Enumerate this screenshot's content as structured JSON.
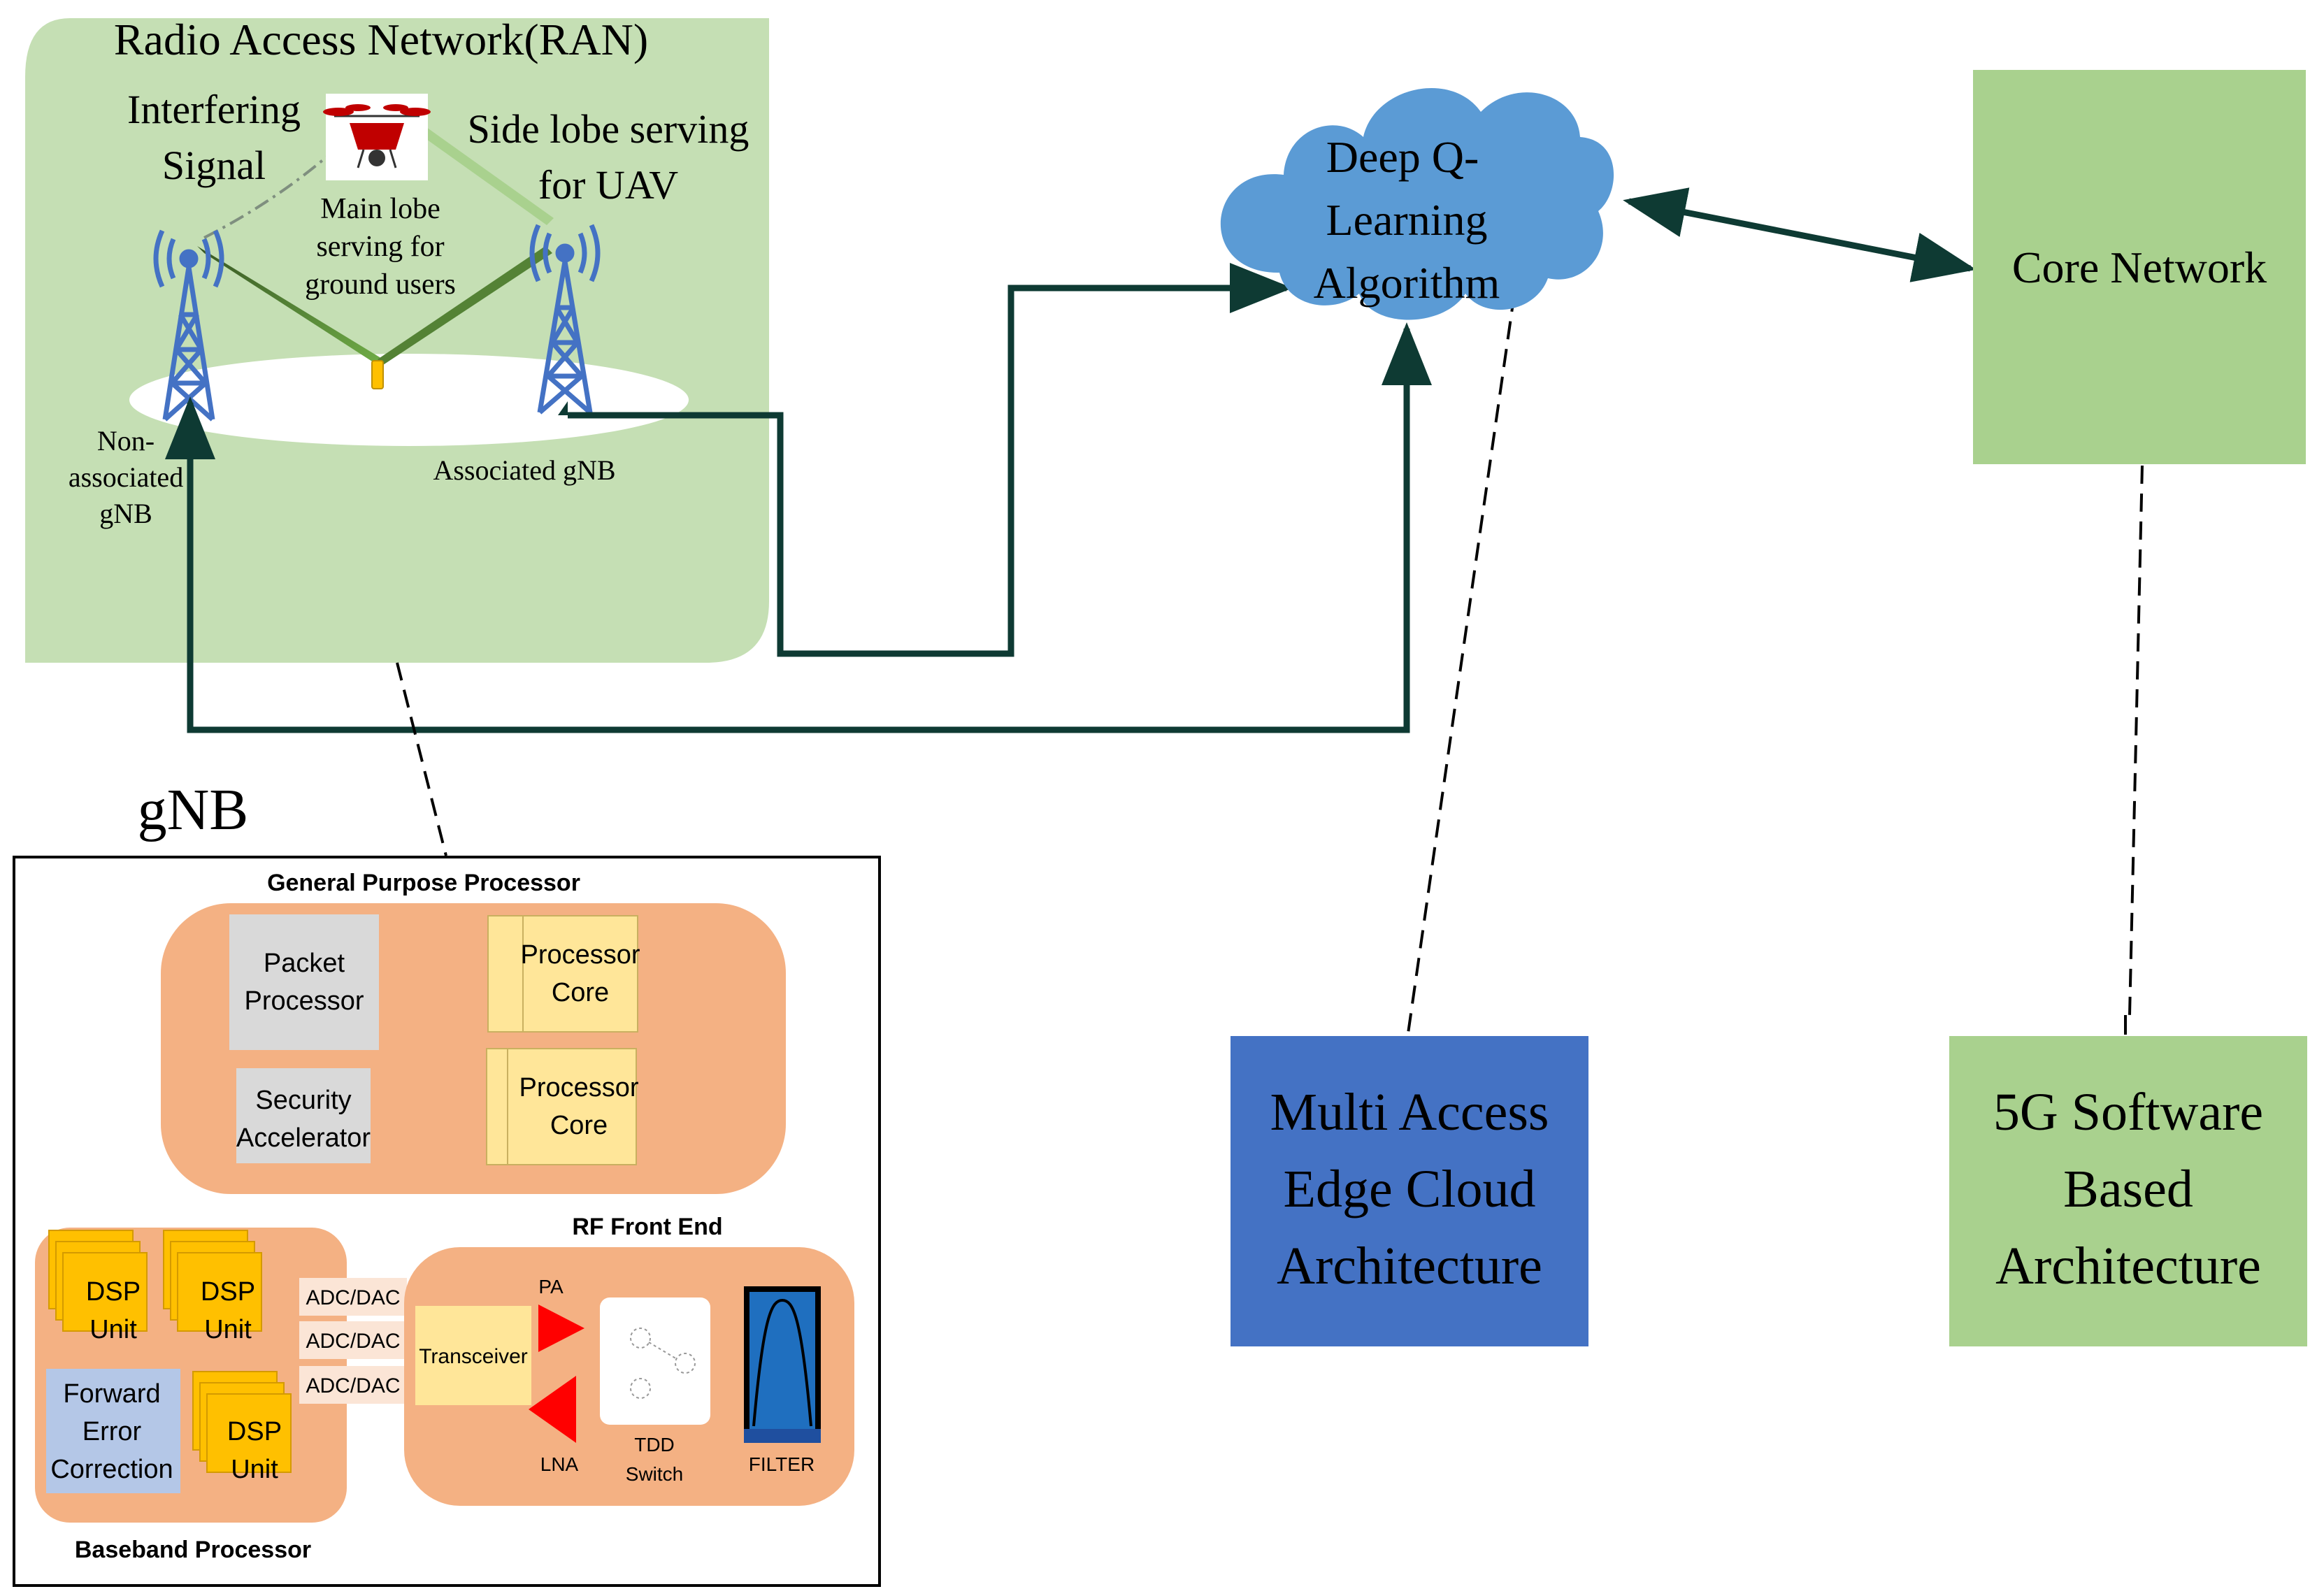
{
  "ran": {
    "title": "Radio Access Network(RAN)",
    "interfering_1": "Interfering",
    "interfering_2": "Signal",
    "main_lobe_1": "Main lobe",
    "main_lobe_2": "serving for",
    "main_lobe_3": "ground users",
    "side_lobe_1": "Side lobe serving",
    "side_lobe_2": "for UAV",
    "non_assoc_1": "Non-",
    "non_assoc_2": "associated",
    "non_assoc_3": "gNB",
    "assoc": "Associated gNB"
  },
  "dql": {
    "line1": "Deep Q-",
    "line2": "Learning",
    "line3": "Algorithm"
  },
  "core": {
    "label": "Core Network"
  },
  "mec": {
    "line1": "Multi Access",
    "line2": "Edge Cloud",
    "line3": "Architecture"
  },
  "sg": {
    "line1": "5G Software",
    "line2": "Based",
    "line3": "Architecture"
  },
  "gnb": {
    "title": "gNB",
    "gpp": {
      "title": "General Purpose Processor",
      "packet_1": "Packet",
      "packet_2": "Processor",
      "security_1": "Security",
      "security_2": "Accelerator",
      "core1_1": "Processor",
      "core1_2": "Core",
      "core2_1": "Processor",
      "core2_2": "Core"
    },
    "baseband": {
      "title": "Baseband Processor",
      "dsp_1": "DSP",
      "dsp_2": "Unit",
      "fec_1": "Forward",
      "fec_2": "Error",
      "fec_3": "Correction",
      "adc": "ADC/DAC"
    },
    "rf": {
      "title": "RF Front End",
      "transceiver": "Transceiver",
      "pa": "PA",
      "lna": "LNA",
      "tdd_1": "TDD",
      "tdd_2": "Switch",
      "filter": "FILTER"
    }
  },
  "colors": {
    "ran_green": "#c5dfb4",
    "box_green": "#a9d18e",
    "mec_blue": "#4472c4",
    "cloud_blue": "#5b9bd5",
    "arrow_dark": "#0e3a33",
    "orange": "#f4b183",
    "cream": "#ffe699",
    "dsp_yellow": "#ffc000",
    "gray": "#d9d9d9",
    "fec_blue": "#b4c7e7",
    "tower_blue": "#4472c4",
    "beam_green": "#548235",
    "red": "#ff0000"
  }
}
